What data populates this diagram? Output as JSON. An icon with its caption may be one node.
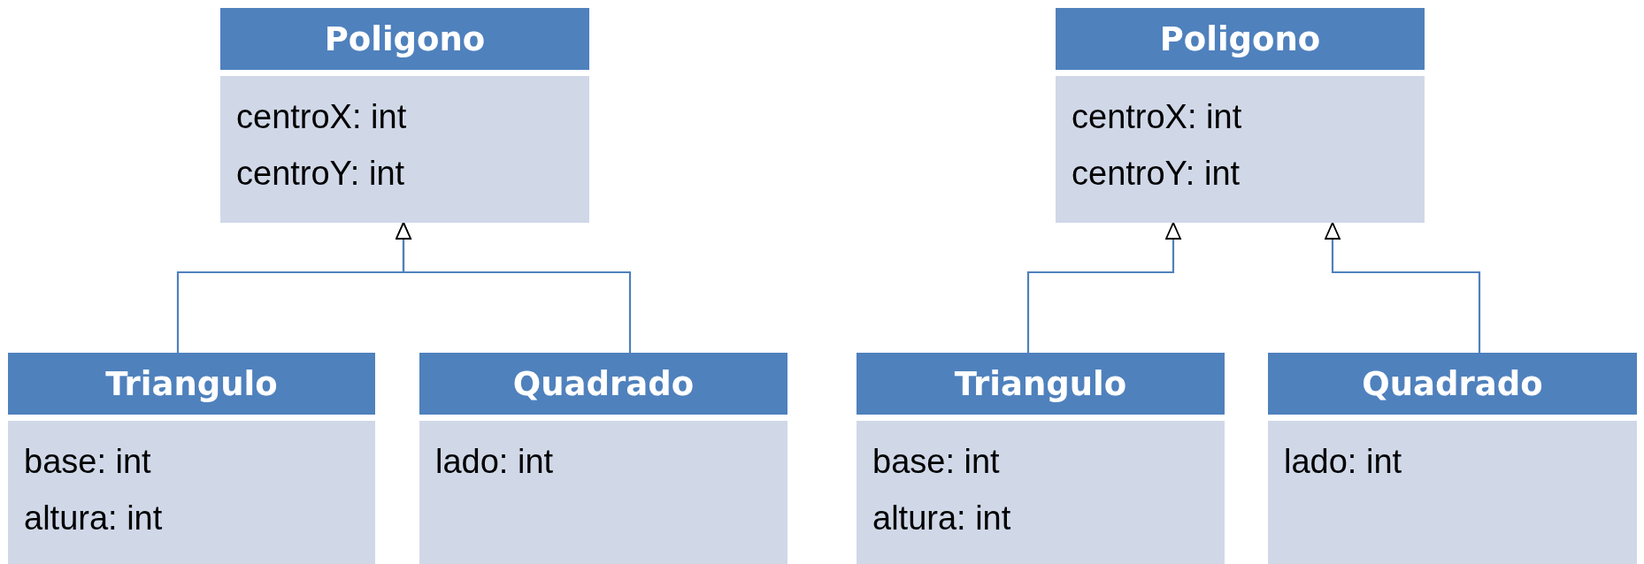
{
  "diagram": {
    "nodes": [
      {
        "text": [
          "Poligono",
          "centroX: int",
          "centroY: int"
        ]
      },
      {
        "text": [
          "Triangulo",
          "base: int",
          "altura: int"
        ]
      },
      {
        "text": [
          "Quadrado",
          "lado: int"
        ]
      },
      {
        "text": [
          "Poligono",
          "centroX: int",
          "centroY: int"
        ]
      },
      {
        "text": [
          "Triangulo",
          "base: int",
          "altura: int"
        ]
      },
      {
        "text": [
          "Quadrado",
          "lado: int"
        ]
      }
    ],
    "edges": [
      {
        "from": 1,
        "to": 0,
        "arrow": "to"
      },
      {
        "from": 2,
        "to": 0,
        "arrow": "to"
      },
      {
        "from": 4,
        "to": 3,
        "arrow": "to"
      },
      {
        "from": 5,
        "to": 3,
        "arrow": "to"
      }
    ]
  }
}
